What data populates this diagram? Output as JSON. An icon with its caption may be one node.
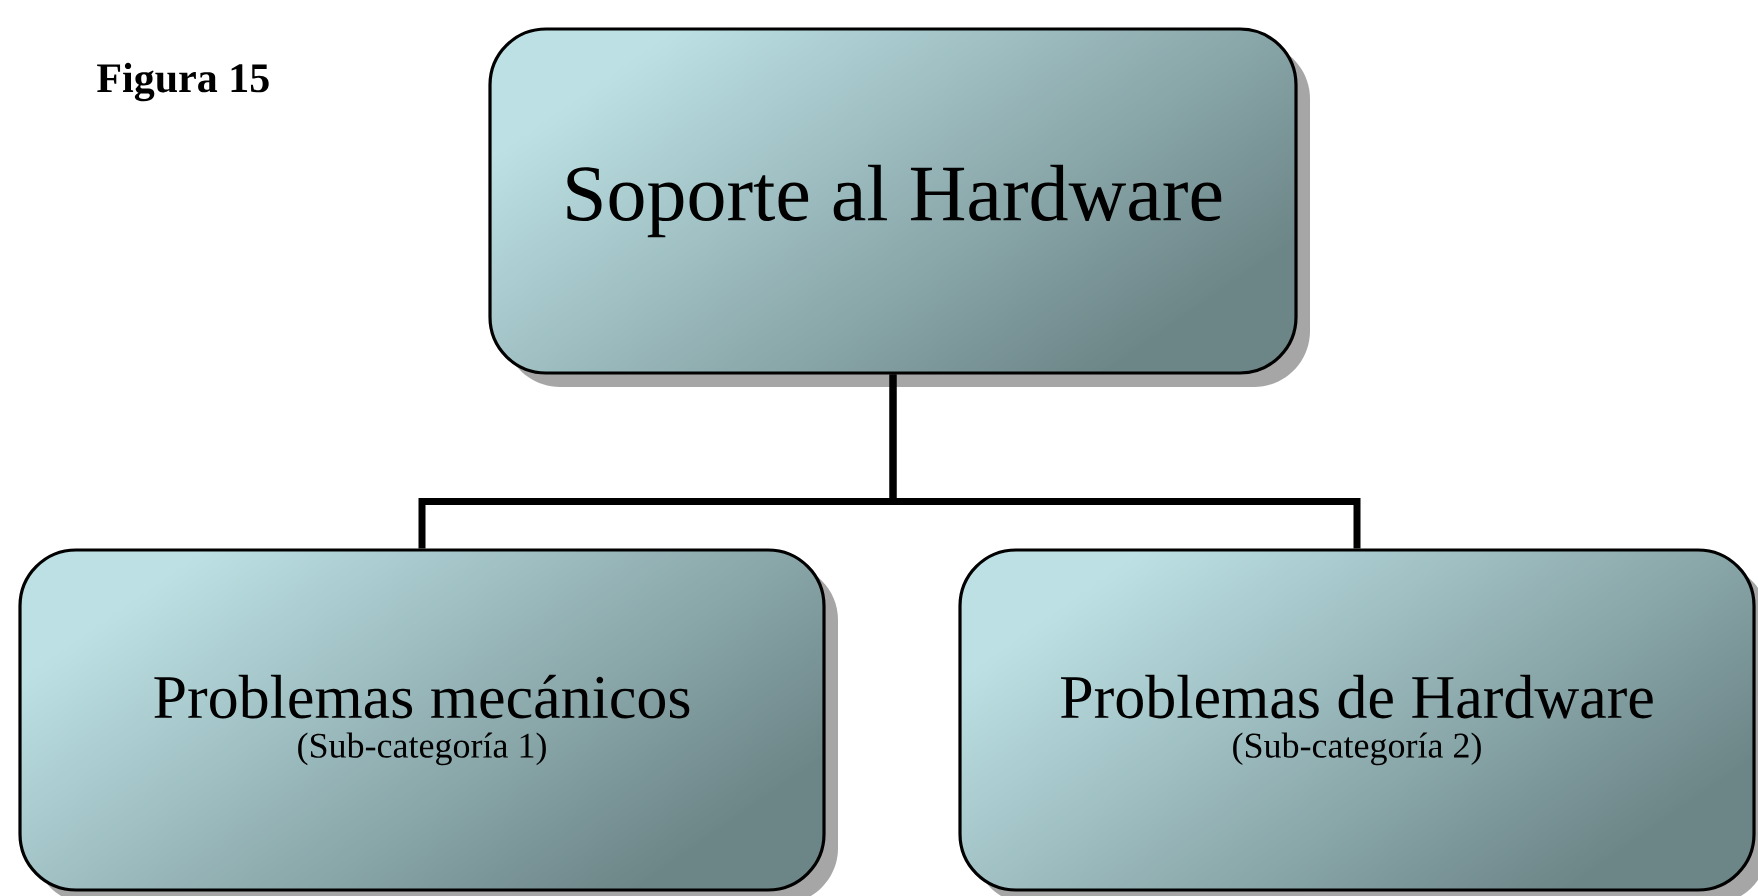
{
  "diagram": {
    "title": "Figura 15",
    "nodes": [
      {
        "text": [
          "Soporte al Hardware"
        ]
      },
      {
        "text": [
          "Problemas mecánicos",
          "(Sub-categoría 1)"
        ]
      },
      {
        "text": [
          "Problemas de Hardware",
          "(Sub-categoría 2)"
        ]
      }
    ],
    "edges": [
      {
        "from": 0,
        "to": 1,
        "arrow": "none"
      },
      {
        "from": 0,
        "to": 2,
        "arrow": "none"
      }
    ]
  }
}
